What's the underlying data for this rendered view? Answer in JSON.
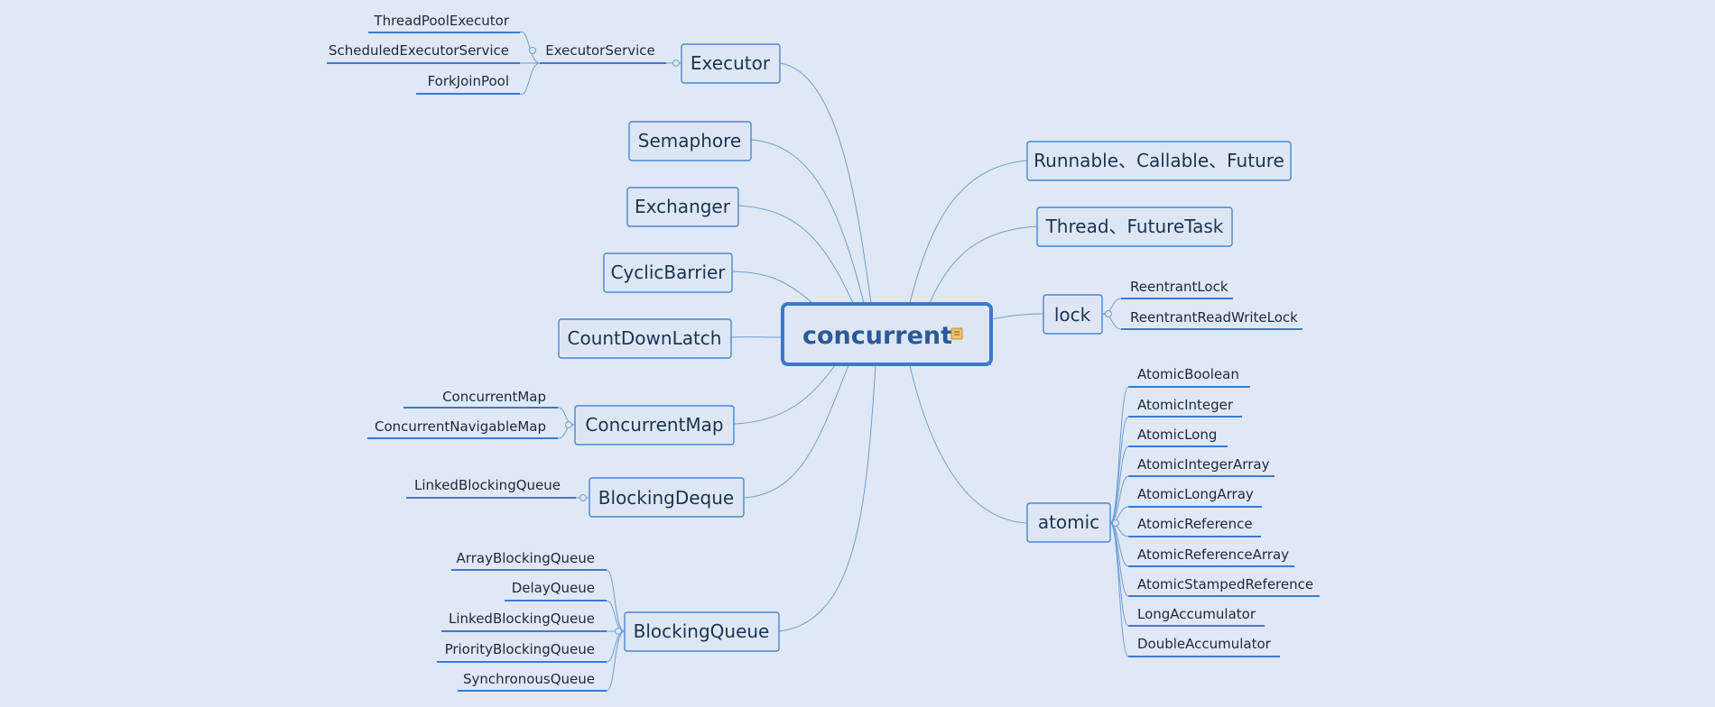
{
  "root": {
    "label": "concurrent",
    "icon": "note-icon"
  },
  "left_branches": [
    {
      "id": "executor",
      "label": "Executor",
      "children": [
        {
          "label": "ExecutorService",
          "children": [
            "ThreadPoolExecutor",
            "ScheduledExecutorService",
            "ForkJoinPool"
          ]
        }
      ]
    },
    {
      "id": "semaphore",
      "label": "Semaphore",
      "children": []
    },
    {
      "id": "exchanger",
      "label": "Exchanger",
      "children": []
    },
    {
      "id": "cyclicbarrier",
      "label": "CyclicBarrier",
      "children": []
    },
    {
      "id": "countdownlatch",
      "label": "CountDownLatch",
      "children": []
    },
    {
      "id": "concurrentmap",
      "label": "ConcurrentMap",
      "children": [
        {
          "label": "ConcurrentMap"
        },
        {
          "label": "ConcurrentNavigableMap"
        }
      ]
    },
    {
      "id": "blockingdeque",
      "label": "BlockingDeque",
      "children": [
        {
          "label": "LinkedBlockingQueue"
        }
      ]
    },
    {
      "id": "blockingqueue",
      "label": "BlockingQueue",
      "children": [
        {
          "label": "ArrayBlockingQueue"
        },
        {
          "label": "DelayQueue"
        },
        {
          "label": "LinkedBlockingQueue"
        },
        {
          "label": "PriorityBlockingQueue"
        },
        {
          "label": "SynchronousQueue"
        }
      ]
    }
  ],
  "right_branches": [
    {
      "id": "runnable",
      "label": "Runnable、Callable、Future",
      "children": []
    },
    {
      "id": "thread",
      "label": "Thread、FutureTask",
      "children": []
    },
    {
      "id": "lock",
      "label": "lock",
      "children": [
        {
          "label": "ReentrantLock"
        },
        {
          "label": "ReentrantReadWriteLock"
        }
      ]
    },
    {
      "id": "atomic",
      "label": "atomic",
      "children": [
        {
          "label": "AtomicBoolean"
        },
        {
          "label": "AtomicInteger"
        },
        {
          "label": "AtomicLong"
        },
        {
          "label": "AtomicIntegerArray"
        },
        {
          "label": "AtomicLongArray"
        },
        {
          "label": "AtomicReference"
        },
        {
          "label": "AtomicReferenceArray"
        },
        {
          "label": "AtomicStampedReference"
        },
        {
          "label": "LongAccumulator"
        },
        {
          "label": "DoubleAccumulator"
        }
      ]
    }
  ]
}
